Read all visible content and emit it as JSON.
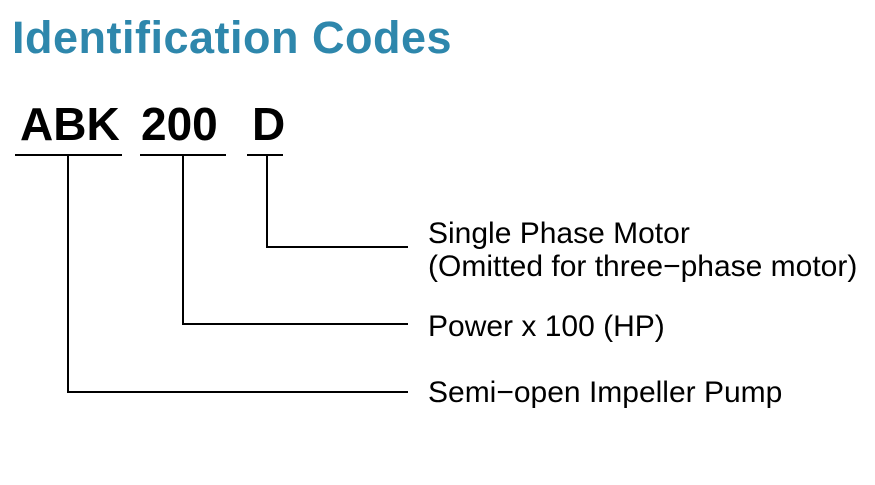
{
  "title": "Identification Codes",
  "colors": {
    "title": "#2e87ac",
    "text": "#000000",
    "line": "#000000",
    "background": "#ffffff"
  },
  "code": {
    "full": "ABK 200 D",
    "segments": [
      {
        "text": "ABK",
        "meaning": "Semi−open Impeller Pump"
      },
      {
        "text": "200",
        "meaning": "Power x 100 (HP)"
      },
      {
        "text": "D",
        "meaning": "Single Phase Motor",
        "note": "(Omitted for three−phase motor)"
      }
    ]
  }
}
